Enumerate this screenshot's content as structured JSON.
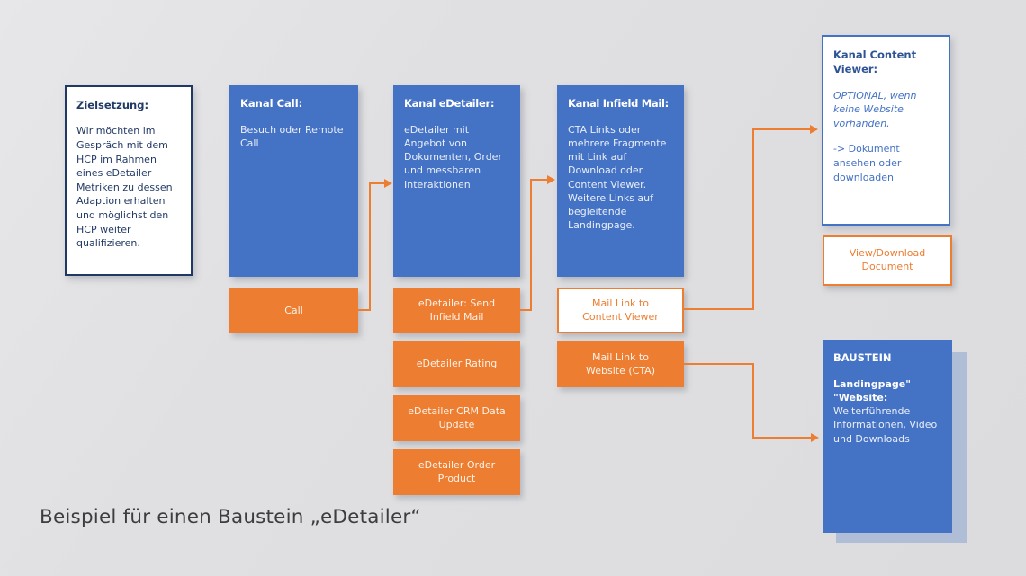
{
  "diagram": {
    "caption": "Beispiel für einen Baustein „eDetailer“",
    "goal": {
      "title": "Zielsetzung:",
      "body": "Wir möchten im Gespräch mit dem HCP im Rahmen eines eDetailer Metriken zu dessen Adaption erhalten und möglichst den HCP weiter qualifizieren."
    },
    "channels": {
      "call": {
        "title": "Kanal Call:",
        "body": "Besuch oder Remote Call",
        "actions": [
          "Call"
        ]
      },
      "edetailer": {
        "title": "Kanal eDetailer:",
        "body": "eDetailer mit Angebot von Dokumenten, Order und messbaren Interaktionen",
        "actions": [
          "eDetailer: Send Infield Mail",
          "eDetailer Rating",
          "eDetailer CRM Data Update",
          "eDetailer Order Product"
        ]
      },
      "infield_mail": {
        "title": "Kanal Infield Mail:",
        "body": "CTA Links oder mehrere Fragmente mit Link auf Download oder Content Viewer. Weitere Links auf begleitende Landingpage.",
        "actions": [
          "Mail Link to Content Viewer",
          "Mail Link to Website (CTA)"
        ]
      }
    },
    "targets": {
      "content_viewer": {
        "title": "Kanal Content Viewer:",
        "note": "OPTIONAL, wenn keine Website vorhanden.",
        "action_text": "-> Dokument ansehen oder downloaden"
      },
      "view_download": {
        "label": "View/Download Document"
      },
      "baustein": {
        "title": "BAUSTEIN",
        "line1": "Landingpage\"",
        "line2": "\"Website:",
        "body": "Weiterführende Informationen, Video und Downloads"
      }
    },
    "colors": {
      "blue": "#4472C4",
      "orange": "#ED7D31",
      "navy": "#1F3864",
      "background": "#DFDFE1"
    }
  }
}
